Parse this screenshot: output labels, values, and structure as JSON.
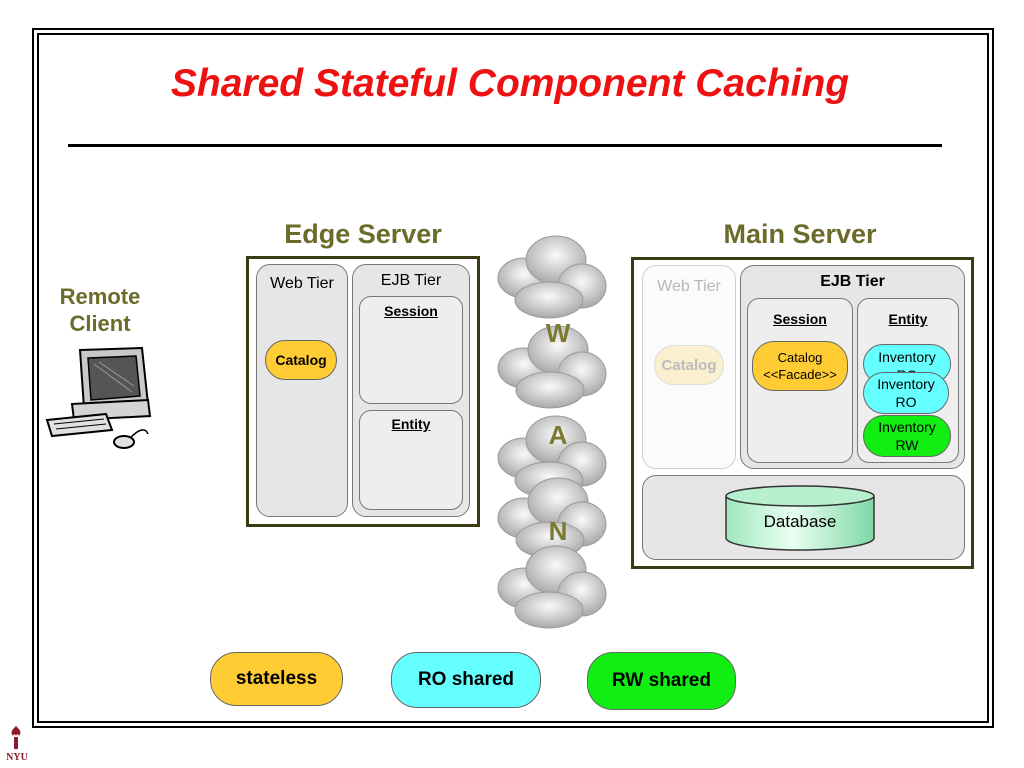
{
  "title": "Shared Stateful Component Caching",
  "remote_client": {
    "label": "Remote Client",
    "icon": "computer-icon"
  },
  "edge_server": {
    "heading": "Edge Server",
    "web_tier": {
      "label": "Web Tier",
      "component": "Catalog"
    },
    "ejb_tier": {
      "label": "EJB Tier",
      "session_label": "Session",
      "entity_label": "Entity"
    }
  },
  "wan": {
    "letters": [
      "W",
      "A",
      "N"
    ]
  },
  "main_server": {
    "heading": "Main Server",
    "web_tier": {
      "label": "Web Tier",
      "component": "Catalog"
    },
    "ejb_tier": {
      "label": "EJB Tier",
      "session_label": "Session",
      "session_component_line1": "Catalog",
      "session_component_line2": "<<Facade>>",
      "entity_label": "Entity",
      "entity_components": [
        {
          "line1": "Inventory",
          "line2": "RO"
        },
        {
          "line1": "Inventory",
          "line2": "RO"
        },
        {
          "line1": "Inventory",
          "line2": "RW"
        }
      ]
    },
    "database": "Database"
  },
  "legend": [
    {
      "label": "stateless",
      "color": "#ffcc33"
    },
    {
      "label": "RO shared",
      "color": "#66ffff"
    },
    {
      "label": "RW shared",
      "color": "#11ee11"
    }
  ],
  "logo_text": "NYU",
  "colors": {
    "title": "#ee1111",
    "heading": "#6b6b2a",
    "stateless": "#ffcc33",
    "ro": "#66ffff",
    "rw": "#11ee11"
  }
}
